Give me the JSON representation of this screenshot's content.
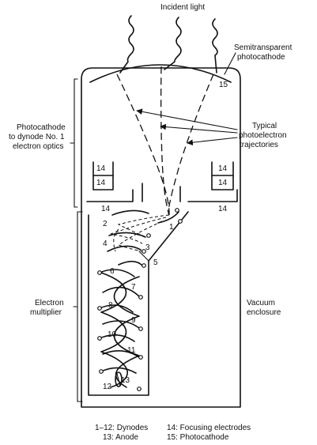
{
  "labels": {
    "incident_light": "Incident light",
    "semitransparent_1": "Semitransparent",
    "semitransparent_2": "photocathode",
    "typical_1": "Typical",
    "typical_2": "photoelectron",
    "typical_3": "trajectories",
    "optics_1": "Photocathode",
    "optics_2": "to dynode No. 1",
    "optics_3": "electron optics",
    "multiplier_1": "Electron",
    "multiplier_2": "multiplier",
    "vacuum_1": "Vacuum",
    "vacuum_2": "enclosure"
  },
  "numbers": {
    "n15": "15",
    "n14": "14",
    "d1": "1",
    "d2": "2",
    "d3": "3",
    "d4": "4",
    "d5": "5",
    "d6": "6",
    "d7": "7",
    "d8": "8",
    "d9": "9",
    "d10": "10",
    "d11": "11",
    "d12": "12",
    "n13": "13"
  },
  "legend": {
    "l1": "1–12: Dynodes",
    "l2": "13: Anode",
    "l3": "14: Focusing electrodes",
    "l4": "15: Photocathode"
  }
}
